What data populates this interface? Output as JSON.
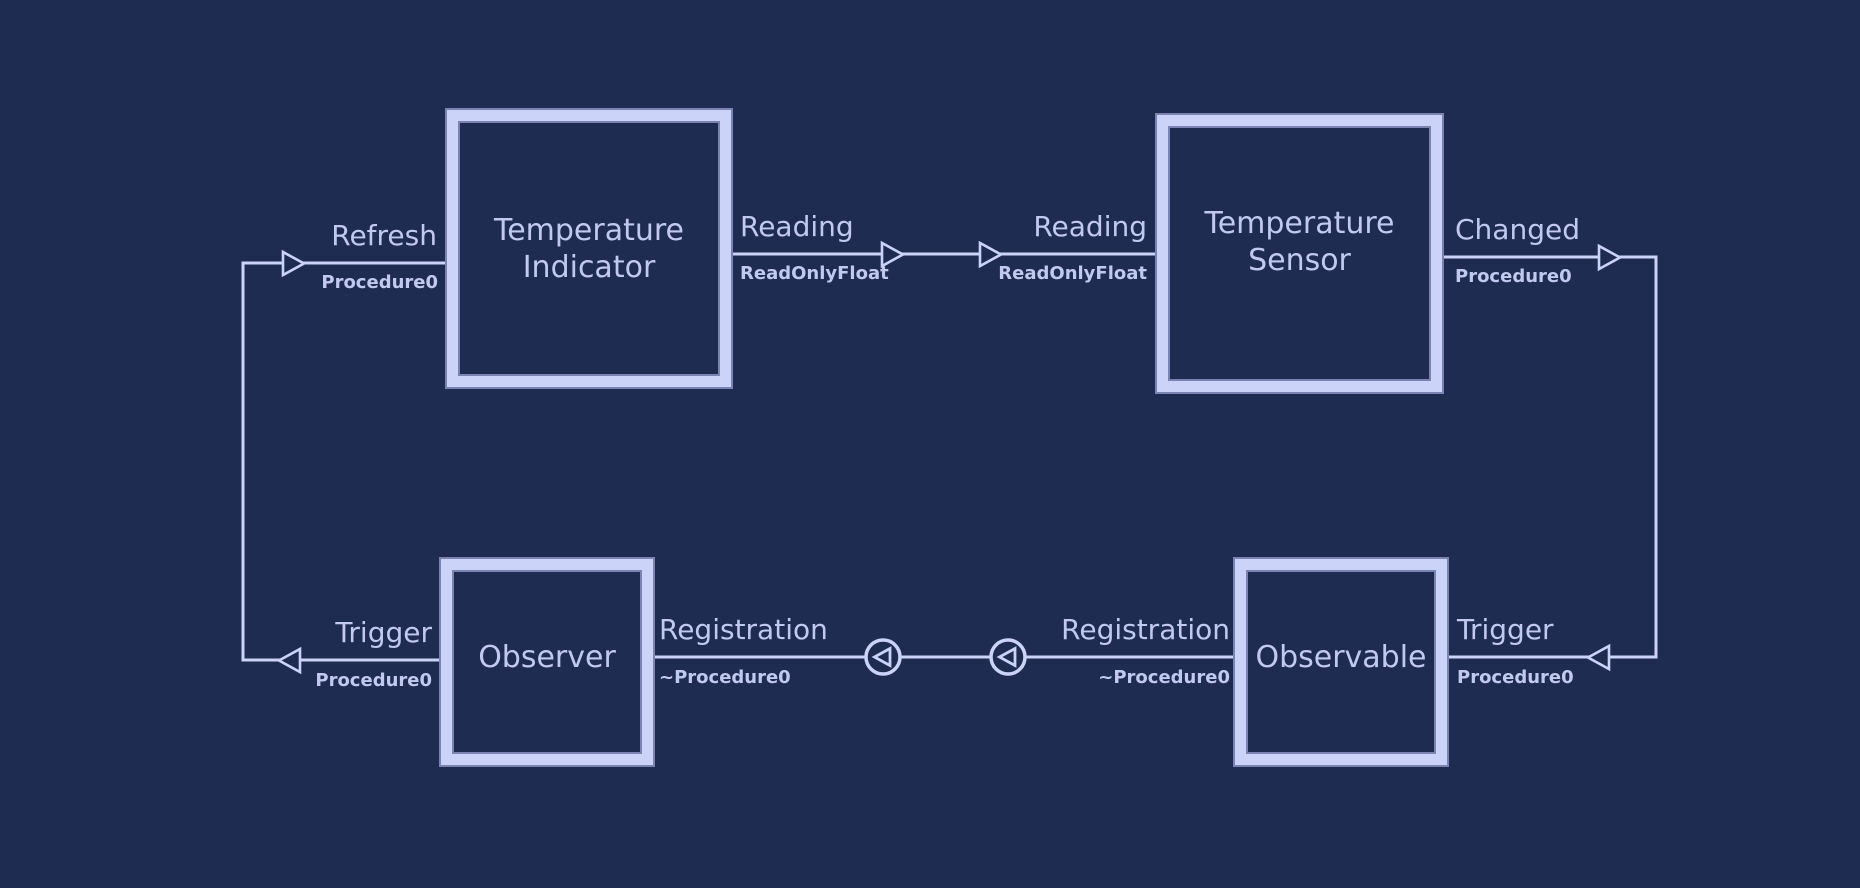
{
  "colors": {
    "background": "#1f2c52",
    "line": "#ccd3f8",
    "line_dim": "#7a83b2",
    "text": "#c2c9ef"
  },
  "diagram": {
    "components": {
      "temperature_indicator": {
        "label": "Temperature\nIndicator"
      },
      "temperature_sensor": {
        "label": "Temperature\nSensor"
      },
      "observer": {
        "label": "Observer"
      },
      "observable": {
        "label": "Observable"
      }
    },
    "ports": {
      "ti_refresh": {
        "name": "Refresh",
        "type": "Procedure0"
      },
      "ti_reading": {
        "name": "Reading",
        "type": "ReadOnlyFloat"
      },
      "ts_reading": {
        "name": "Reading",
        "type": "ReadOnlyFloat"
      },
      "ts_changed": {
        "name": "Changed",
        "type": "Procedure0"
      },
      "ob_trigger": {
        "name": "Trigger",
        "type": "Procedure0"
      },
      "ob_registration": {
        "name": "Registration",
        "type": "~Procedure0"
      },
      "oa_registration": {
        "name": "Registration",
        "type": "~Procedure0"
      },
      "oa_trigger": {
        "name": "Trigger",
        "type": "Procedure0"
      }
    },
    "connections": [
      {
        "from": "TemperatureIndicator.Reading",
        "to": "TemperatureSensor.Reading"
      },
      {
        "from": "TemperatureSensor.Changed",
        "to": "Observable.Trigger"
      },
      {
        "from": "Observable.Registration",
        "to": "Observer.Registration"
      },
      {
        "from": "Observer.Trigger",
        "to": "TemperatureIndicator.Refresh"
      }
    ]
  }
}
